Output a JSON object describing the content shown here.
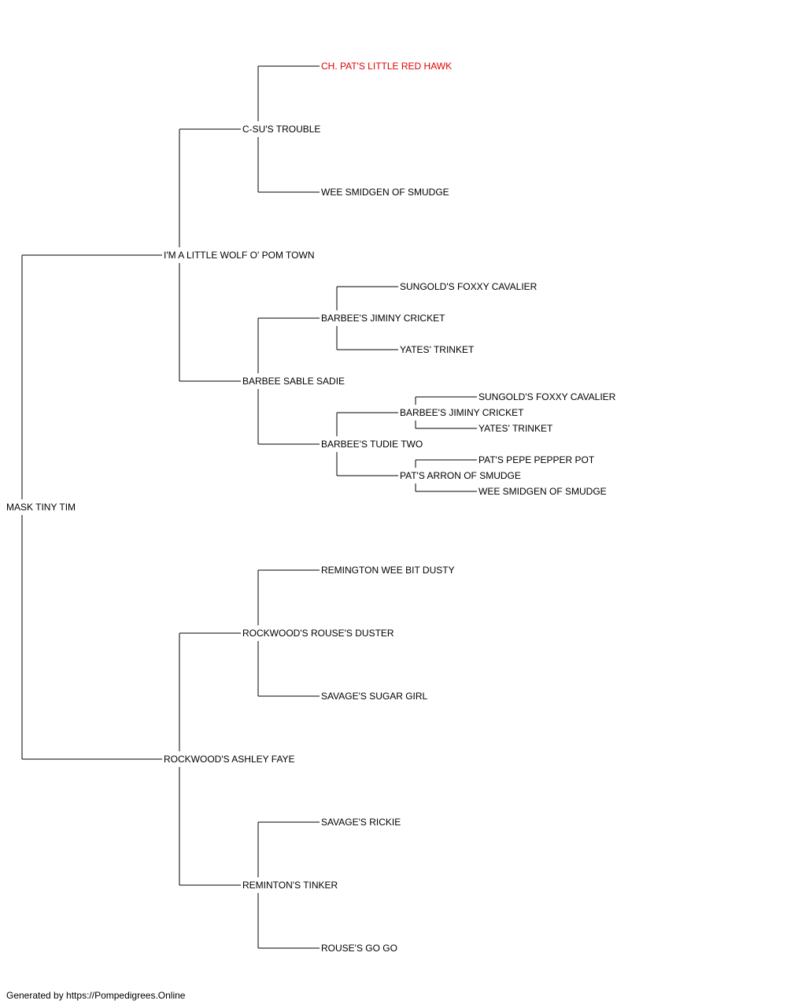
{
  "colors": {
    "text": "#000000",
    "highlight": "#e00000",
    "line": "#000000"
  },
  "pedigree": {
    "subject": "MASK TINY TIM",
    "sire": {
      "name": "I'M A LITTLE WOLF O' POM TOWN",
      "sire": {
        "name": "C-SU'S TROUBLE",
        "sire": {
          "name": "CH. PAT'S LITTLE RED HAWK",
          "highlight": true
        },
        "dam": {
          "name": "WEE SMIDGEN OF SMUDGE"
        }
      },
      "dam": {
        "name": "BARBEE SABLE SADIE",
        "sire": {
          "name": "BARBEE'S JIMINY CRICKET",
          "sire": {
            "name": "SUNGOLD'S FOXXY CAVALIER"
          },
          "dam": {
            "name": "YATES' TRINKET"
          }
        },
        "dam": {
          "name": "BARBEE'S TUDIE TWO",
          "sire": {
            "name": "BARBEE'S JIMINY CRICKET",
            "sire": {
              "name": "SUNGOLD'S FOXXY CAVALIER"
            },
            "dam": {
              "name": "YATES' TRINKET"
            }
          },
          "dam": {
            "name": "PAT'S ARRON OF SMUDGE",
            "sire": {
              "name": "PAT'S PEPE PEPPER POT"
            },
            "dam": {
              "name": "WEE SMIDGEN OF SMUDGE"
            }
          }
        }
      }
    },
    "dam": {
      "name": "ROCKWOOD'S ASHLEY FAYE",
      "sire": {
        "name": "ROCKWOOD'S ROUSE'S DUSTER",
        "sire": {
          "name": "REMINGTON WEE BIT DUSTY"
        },
        "dam": {
          "name": "SAVAGE'S SUGAR GIRL"
        }
      },
      "dam": {
        "name": "REMINTON'S TINKER",
        "sire": {
          "name": "SAVAGE'S RICKIE"
        },
        "dam": {
          "name": "ROUSE'S GO GO"
        }
      }
    }
  },
  "footer": "Generated by https://Pompedigrees.Online"
}
